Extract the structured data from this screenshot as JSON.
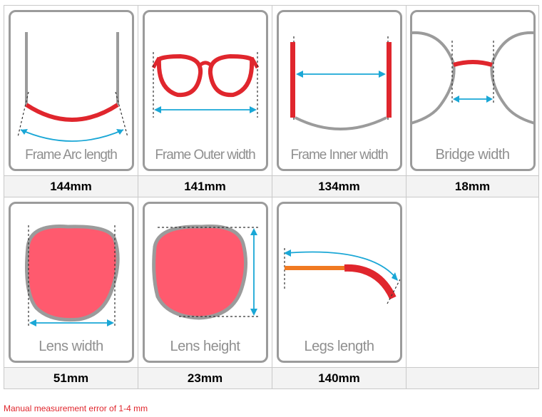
{
  "measurements": [
    {
      "label": "Frame Arc length",
      "value": "144mm",
      "icon": "frame-arc-icon"
    },
    {
      "label": "Frame Outer width",
      "value": "141mm",
      "icon": "frame-outer-icon"
    },
    {
      "label": "Frame Inner width",
      "value": "134mm",
      "icon": "frame-inner-icon"
    },
    {
      "label": "Bridge width",
      "value": "18mm",
      "icon": "bridge-icon"
    },
    {
      "label": "Lens width",
      "value": "51mm",
      "icon": "lens-width-icon"
    },
    {
      "label": "Lens height",
      "value": "23mm",
      "icon": "lens-height-icon"
    },
    {
      "label": "Legs length",
      "value": "140mm",
      "icon": "legs-length-icon"
    }
  ],
  "note": "Manual measurement error of 1-4 mm",
  "colors": {
    "frame": "#e0262d",
    "arrow": "#1aa7d6",
    "gray": "#9b9b9b",
    "lens": "#ff5a6e",
    "temple": "#f07a22",
    "note": "#e0262d"
  }
}
